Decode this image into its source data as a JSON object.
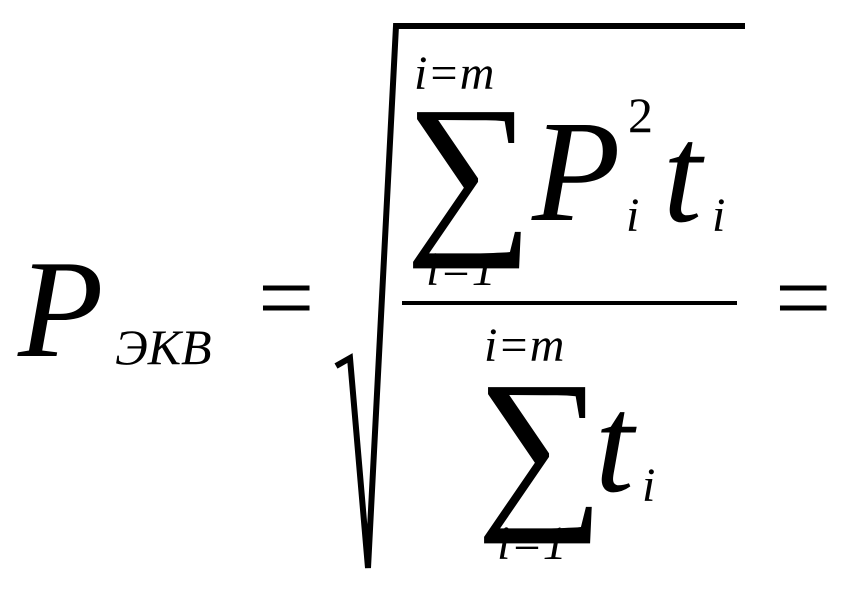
{
  "formula": {
    "lhs": {
      "symbol": "P",
      "subscript": "ЭКВ"
    },
    "equals_left": "=",
    "equals_right": "=",
    "numerator": {
      "sum_symbol": "∑",
      "upper_limit": "i=m",
      "lower_limit": "i=1",
      "power_base": "P",
      "power_exponent": "2",
      "power_subscript": "i",
      "factor": "t",
      "factor_subscript": "i"
    },
    "denominator": {
      "sum_symbol": "∑",
      "upper_limit": "i=m",
      "lower_limit": "i=1",
      "factor": "t",
      "factor_subscript": "i"
    }
  }
}
